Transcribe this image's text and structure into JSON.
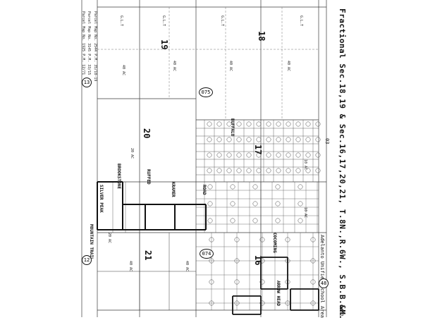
{
  "title": "Fractional Sec.18,19 & Sec.16,17,20,21, T.8N.,R.6W., S.B.B.&M.",
  "school_area": "Adelanto Unified School Area",
  "sheet_number": "0462",
  "map_page": "03",
  "sections": {
    "s18": "18",
    "s19": "19",
    "s20": "20",
    "s21": "21",
    "s17": "17",
    "s16": "16"
  },
  "block_badges": {
    "b075": "075",
    "b074": "074",
    "b13": "13",
    "b12": "12",
    "b48": "48"
  },
  "roads": {
    "silver_peak": "SILVER PEAK",
    "brookstone": "BROOKSTONE",
    "ruffed": "RUFFED",
    "kramer": "KRAMER",
    "buffalo": "BUFFALO",
    "cocoming": "COCOMING",
    "arrow_head": "ARROW HEAD",
    "mountain_trail": "MOUNTAIN TRAIL",
    "road": "ROAD"
  },
  "labels": {
    "glt": "G.L.T",
    "ac_40": "40 AC",
    "ac_20": "20 AC",
    "ac_10": "10 AC",
    "parcel_map_ref": "Parcel Map No. 2544 P.M. 35/18-19",
    "parcel_map_ref2": "Parcel Map No. 3145 P.M. 33/15",
    "parcel_map_ref3": "Parcel Map No. 1925 P.M. 12/71"
  },
  "colors": {
    "line": "#3a3a3a",
    "heavy": "#111111",
    "paper": "#ffffff"
  }
}
